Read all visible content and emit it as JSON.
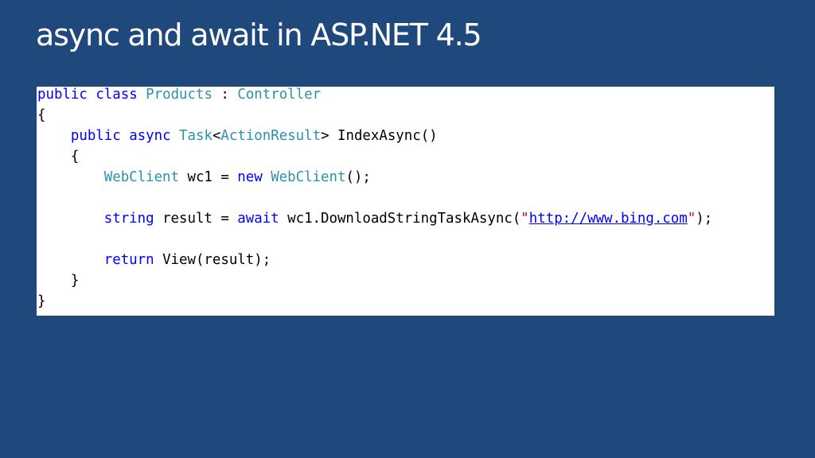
{
  "slide": {
    "title": "async and await in ASP.NET 4.5",
    "colors": {
      "background": "#1f497d",
      "title_text": "#ffffff",
      "code_background": "#ffffff",
      "keyword": "#0000ff",
      "type": "#2b91af",
      "string": "#a31515",
      "plain": "#000000"
    }
  },
  "code": {
    "lines": [
      [
        [
          "kw",
          "public"
        ],
        [
          "p",
          " "
        ],
        [
          "kw",
          "class"
        ],
        [
          "p",
          " "
        ],
        [
          "type",
          "Products"
        ],
        [
          "p",
          " : "
        ],
        [
          "type",
          "Controller"
        ]
      ],
      [
        [
          "p",
          "{"
        ]
      ],
      [
        [
          "p",
          "    "
        ],
        [
          "kw",
          "public"
        ],
        [
          "p",
          " "
        ],
        [
          "kw",
          "async"
        ],
        [
          "p",
          " "
        ],
        [
          "type",
          "Task"
        ],
        [
          "p",
          "<"
        ],
        [
          "type",
          "ActionResult"
        ],
        [
          "p",
          "> IndexAsync()"
        ]
      ],
      [
        [
          "p",
          "    {"
        ]
      ],
      [
        [
          "p",
          "        "
        ],
        [
          "type",
          "WebClient"
        ],
        [
          "p",
          " wc1 = "
        ],
        [
          "kw",
          "new"
        ],
        [
          "p",
          " "
        ],
        [
          "type",
          "WebClient"
        ],
        [
          "p",
          "();"
        ]
      ],
      [
        [
          "p",
          ""
        ]
      ],
      [
        [
          "p",
          "        "
        ],
        [
          "kw",
          "string"
        ],
        [
          "p",
          " result = "
        ],
        [
          "kw",
          "await"
        ],
        [
          "p",
          " wc1.DownloadStringTaskAsync("
        ],
        [
          "str",
          "\""
        ],
        [
          "url",
          "http://www.bing.com"
        ],
        [
          "str",
          "\""
        ],
        [
          "p",
          ");"
        ]
      ],
      [
        [
          "p",
          ""
        ]
      ],
      [
        [
          "p",
          "        "
        ],
        [
          "kw",
          "return"
        ],
        [
          "p",
          " View(result);"
        ]
      ],
      [
        [
          "p",
          "    }"
        ]
      ],
      [
        [
          "p",
          "}"
        ]
      ]
    ]
  }
}
